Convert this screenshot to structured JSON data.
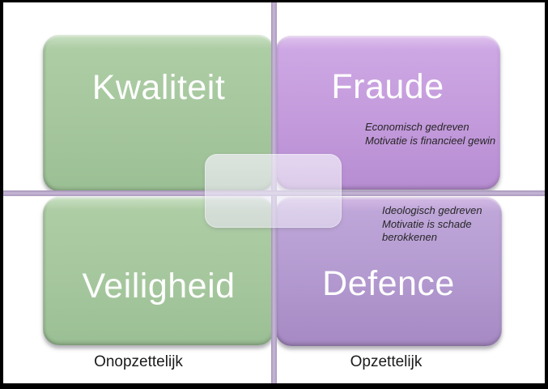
{
  "matrix": {
    "quadrants": [
      {
        "id": "top-left",
        "label": "Kwaliteit",
        "color": "#a6c79e",
        "subtext": []
      },
      {
        "id": "top-right",
        "label": "Fraude",
        "color": "#c49bdc",
        "subtext": [
          "Economisch gedreven",
          "Motivatie is financieel gewin"
        ]
      },
      {
        "id": "bottom-left",
        "label": "Veiligheid",
        "color": "#a6c79e",
        "subtext": []
      },
      {
        "id": "bottom-right",
        "label": "Defence",
        "color": "#b299cf",
        "subtext": [
          "Ideologisch gedreven",
          "Motivatie is schade",
          "berokkenen"
        ]
      }
    ],
    "x_axis_labels": [
      {
        "side": "left",
        "label": "Onopzettelijk"
      },
      {
        "side": "right",
        "label": "Opzettelijk"
      }
    ],
    "colors": {
      "axis_line": "#b3a1c4",
      "green_quadrant": "#a6c79e",
      "purple_quadrant_top": "#c49bdc",
      "purple_quadrant_bottom": "#b299cf",
      "label_text": "#fefefe",
      "subtext_text": "#262626",
      "frame_border": "#000000"
    }
  }
}
